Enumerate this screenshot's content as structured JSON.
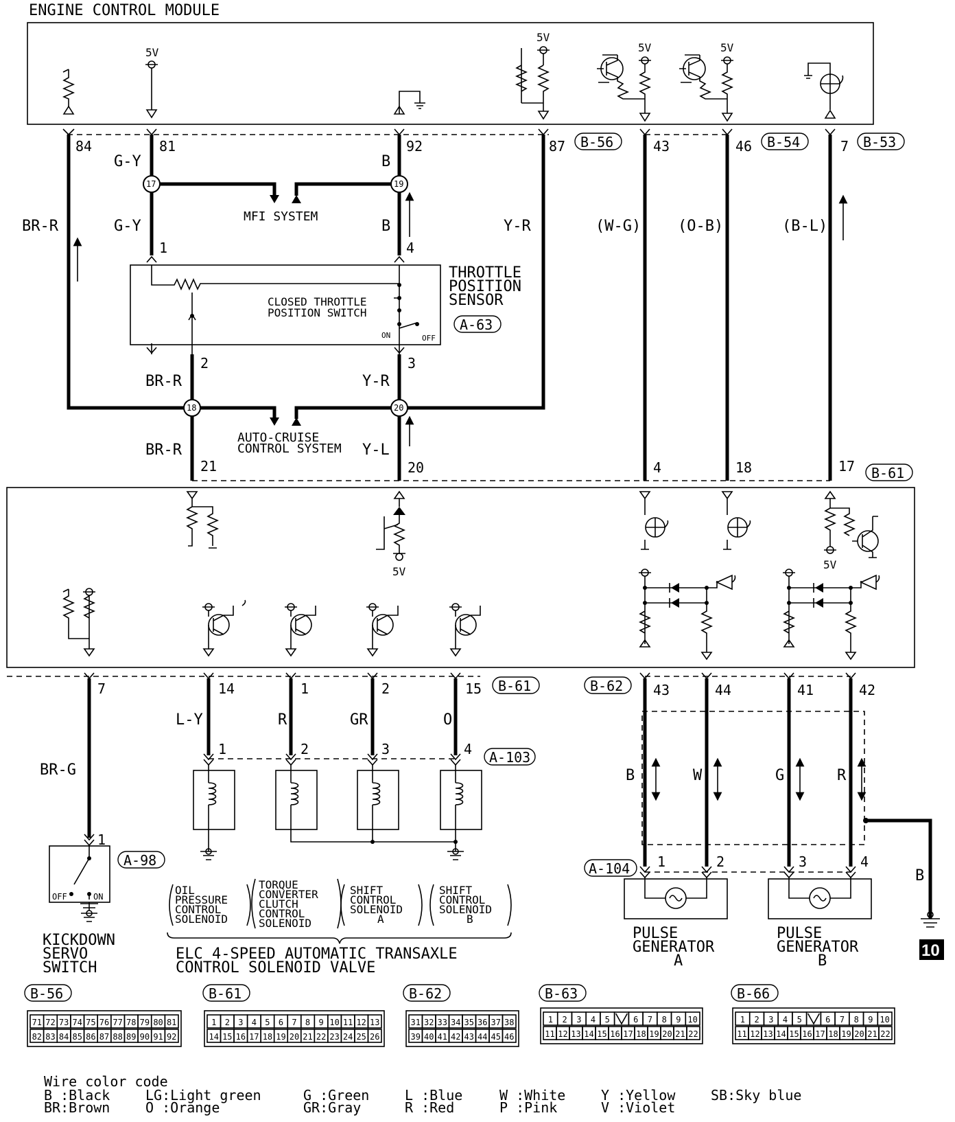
{
  "title": "ENGINE CONTROL MODULE",
  "voltage_label": "5V",
  "top_pins": [
    {
      "pin": "84",
      "color": "BR-R"
    },
    {
      "pin": "81",
      "color": "G-Y"
    },
    {
      "pin": "92",
      "color": "B"
    },
    {
      "pin": "87",
      "color": "Y-R"
    },
    {
      "pin": "43",
      "color": "(W-G)"
    },
    {
      "pin": "46",
      "color": "(O-B)"
    },
    {
      "pin": "7",
      "color": "(B-L)"
    }
  ],
  "connectors": {
    "b56": "B-56",
    "b54": "B-54",
    "b53": "B-53",
    "b61": "B-61",
    "b62": "B-62",
    "b63": "B-63",
    "b66": "B-66",
    "a63": "A-63",
    "a98": "A-98",
    "a103": "A-103",
    "a104": "A-104"
  },
  "junctions": {
    "j17": "17",
    "j19": "19",
    "j18": "18",
    "j20": "20"
  },
  "systems": {
    "mfi": "MFI SYSTEM",
    "auto_cruise_1": "AUTO-CRUISE",
    "auto_cruise_2": "CONTROL SYSTEM"
  },
  "tps": {
    "name_lines": [
      "THROTTLE",
      "POSITION",
      "SENSOR"
    ],
    "switch_lines": [
      "CLOSED THROTTLE",
      "POSITION SWITCH"
    ],
    "on": "ON",
    "off": "OFF",
    "pins": {
      "p1": "1",
      "p4": "4",
      "p2": "2",
      "p3": "3"
    },
    "wires": {
      "gy2": "G-Y",
      "b2": "B",
      "brr2": "BR-R",
      "yr2": "Y-R",
      "brr3": "BR-R",
      "yl": "Y-L"
    }
  },
  "mid_pins": {
    "p21": "21",
    "p20": "20",
    "p4": "4",
    "p18": "18",
    "p17": "17"
  },
  "lower_pins": [
    {
      "pin": "7",
      "color": "BR-G"
    },
    {
      "pin": "14",
      "color": "L-Y"
    },
    {
      "pin": "1",
      "color": "R"
    },
    {
      "pin": "2",
      "color": "GR"
    },
    {
      "pin": "15",
      "color": "O"
    },
    {
      "pin": "43",
      "color": "B"
    },
    {
      "pin": "44",
      "color": "W"
    },
    {
      "pin": "41",
      "color": "G"
    },
    {
      "pin": "42",
      "color": "R"
    }
  ],
  "solenoid_pins": [
    "1",
    "2",
    "3",
    "4"
  ],
  "pg_pins": [
    "1",
    "2",
    "3",
    "4"
  ],
  "kickdown": {
    "pin": "1",
    "off": "OFF",
    "on": "ON",
    "lines": [
      "KICKDOWN",
      "SERVO",
      "SWITCH"
    ]
  },
  "solenoid_labels": [
    [
      "OIL",
      "PRESSURE",
      "CONTROL",
      "SOLENOID"
    ],
    [
      "TORQUE",
      "CONVERTER",
      "CLUTCH",
      "CONTROL",
      "SOLENOID"
    ],
    [
      "SHIFT",
      "CONTROL",
      "SOLENOID",
      "A"
    ],
    [
      "SHIFT",
      "CONTROL",
      "SOLENOID",
      "B"
    ]
  ],
  "elc_lines": [
    "ELC 4-SPEED AUTOMATIC TRANSAXLE",
    "CONTROL SOLENOID VALVE"
  ],
  "pulse_a": [
    "PULSE",
    "GENERATOR",
    "A"
  ],
  "pulse_b": [
    "PULSE",
    "GENERATOR",
    "B"
  ],
  "ground_wire": "B",
  "page_tab": "10",
  "face_b56": {
    "row1": [
      "71",
      "72",
      "73",
      "74",
      "75",
      "76",
      "77",
      "78",
      "79",
      "80",
      "81"
    ],
    "row2": [
      "82",
      "83",
      "84",
      "85",
      "86",
      "87",
      "88",
      "89",
      "90",
      "91",
      "92"
    ]
  },
  "face_b61": {
    "row1": [
      "1",
      "2",
      "3",
      "4",
      "5",
      "6",
      "7",
      "8",
      "9",
      "10",
      "11",
      "12",
      "13"
    ],
    "row2": [
      "14",
      "15",
      "16",
      "17",
      "18",
      "19",
      "20",
      "21",
      "22",
      "23",
      "24",
      "25",
      "26"
    ]
  },
  "face_b62": {
    "row1": [
      "31",
      "32",
      "33",
      "34",
      "35",
      "36",
      "37",
      "38"
    ],
    "row2": [
      "39",
      "40",
      "41",
      "42",
      "43",
      "44",
      "45",
      "46"
    ]
  },
  "face_b63": {
    "row1": [
      "1",
      "2",
      "3",
      "4",
      "5",
      "",
      "6",
      "7",
      "8",
      "9",
      "10"
    ],
    "row2": [
      "11",
      "12",
      "13",
      "14",
      "15",
      "16",
      "17",
      "18",
      "19",
      "20",
      "21",
      "22"
    ]
  },
  "face_b66": {
    "row1": [
      "1",
      "2",
      "3",
      "4",
      "5",
      "",
      "6",
      "7",
      "8",
      "9",
      "10"
    ],
    "row2": [
      "11",
      "12",
      "13",
      "14",
      "15",
      "16",
      "17",
      "18",
      "19",
      "20",
      "21",
      "22"
    ]
  },
  "legend": {
    "title": "Wire color code",
    "col1": [
      "B :Black",
      "BR:Brown"
    ],
    "col2": [
      "LG:Light green",
      "O :Orange"
    ],
    "col3": [
      "G :Green",
      "GR:Gray"
    ],
    "col4": [
      "L :Blue",
      "R :Red"
    ],
    "col5": [
      "W :White",
      "P :Pink"
    ],
    "col6": [
      "Y :Yellow",
      "V :Violet"
    ],
    "col7": [
      "SB:Sky blue"
    ]
  }
}
